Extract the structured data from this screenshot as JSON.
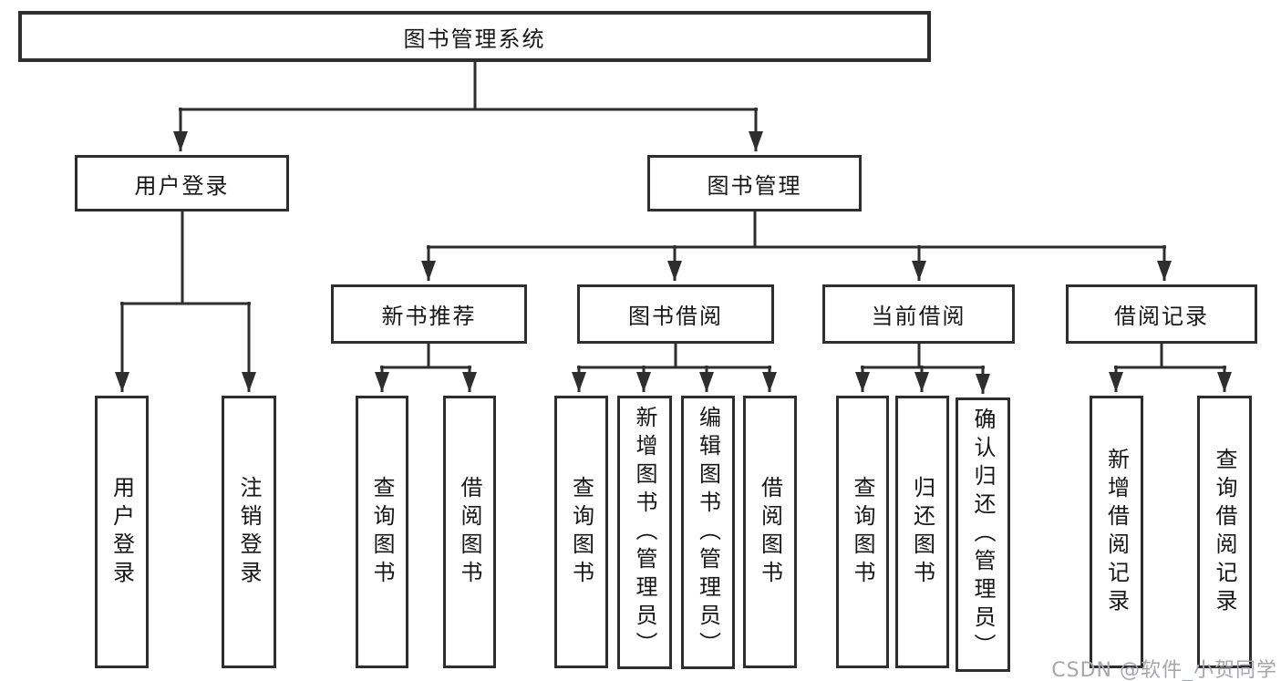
{
  "diagram": {
    "title": "图书管理系统",
    "nodes": {
      "root": {
        "label": "图书管理系统"
      },
      "user_login": {
        "label": "用户登录"
      },
      "book_mgmt": {
        "label": "图书管理"
      },
      "leaf_user_login": {
        "label": "用户登录"
      },
      "leaf_logout": {
        "label": "注销登录"
      },
      "new_book": {
        "label": "新书推荐"
      },
      "borrow": {
        "label": "图书借阅"
      },
      "current": {
        "label": "当前借阅"
      },
      "records": {
        "label": "借阅记录"
      },
      "nb_query": {
        "label": "查询图书"
      },
      "nb_borrow": {
        "label": "借阅图书"
      },
      "bw_query": {
        "label": "查询图书"
      },
      "bw_add": {
        "label": "新增图书（管理员）"
      },
      "bw_edit": {
        "label": "编辑图书（管理员）"
      },
      "bw_borrow": {
        "label": "借阅图书"
      },
      "cu_query": {
        "label": "查询图书"
      },
      "cu_return": {
        "label": "归还图书"
      },
      "cu_confirm": {
        "label": "确认归还（管理员）"
      },
      "rc_add": {
        "label": "新增借阅记录"
      },
      "rc_query": {
        "label": "查询借阅记录"
      }
    },
    "hierarchy": {
      "图书管理系统": {
        "用户登录": [
          "用户登录",
          "注销登录"
        ],
        "图书管理": {
          "新书推荐": [
            "查询图书",
            "借阅图书"
          ],
          "图书借阅": [
            "查询图书",
            "新增图书（管理员）",
            "编辑图书（管理员）",
            "借阅图书"
          ],
          "当前借阅": [
            "查询图书",
            "归还图书",
            "确认归还（管理员）"
          ],
          "借阅记录": [
            "新增借阅记录",
            "查询借阅记录"
          ]
        }
      }
    }
  },
  "watermark": {
    "text": "CSDN @软件_小贺同学"
  },
  "colors": {
    "line": "#2e2e2e",
    "box_border": "#2e2e2e",
    "text": "#161616",
    "background": "#ffffff",
    "watermark": "#a6a6af"
  }
}
